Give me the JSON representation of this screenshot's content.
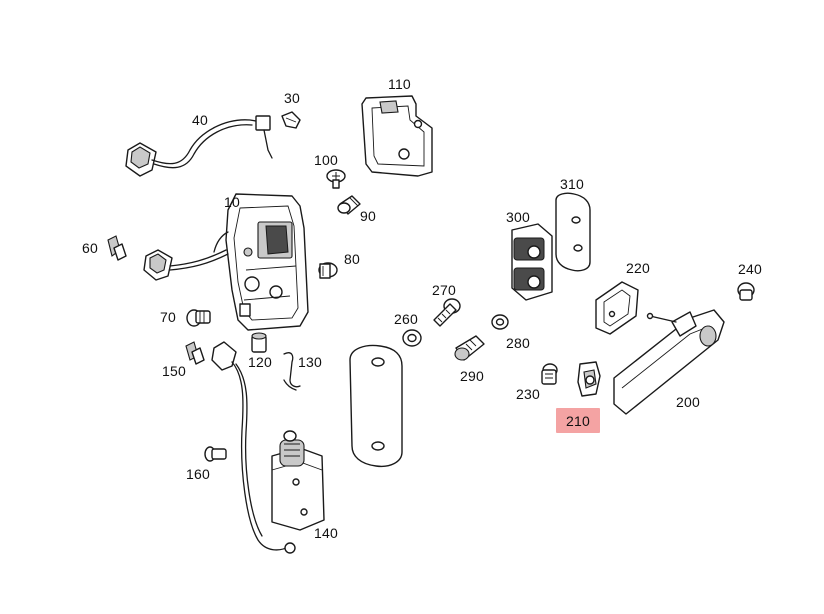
{
  "colors": {
    "highlight_background": "#f4a3a3",
    "line_color": "#1a1a1a",
    "fill_light": "#ffffff",
    "fill_grey": "#c9c9c9"
  },
  "callouts": {
    "c10": "10",
    "c30": "30",
    "c40": "40",
    "c60": "60",
    "c70": "70",
    "c80": "80",
    "c90": "90",
    "c100": "100",
    "c110": "110",
    "c120": "120",
    "c130": "130",
    "c140": "140",
    "c150": "150",
    "c160": "160",
    "c200": "200",
    "c210": "210",
    "c220": "220",
    "c230": "230",
    "c240": "240",
    "c260": "260",
    "c270": "270",
    "c280": "280",
    "c290": "290",
    "c300": "300",
    "c310": "310"
  },
  "highlighted_part": "210"
}
